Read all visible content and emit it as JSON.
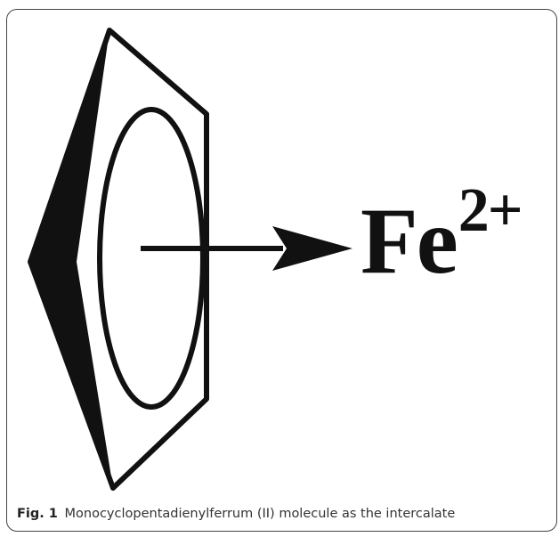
{
  "diagram": {
    "ion_symbol": "Fe",
    "ion_charge": "2+"
  },
  "caption": {
    "number": "Fig. 1",
    "text": "Monocyclopentadienylferrum (II) molecule as the intercalate"
  },
  "colors": {
    "ink": "#111111",
    "frame": "#444444",
    "caption_text": "#333333"
  }
}
